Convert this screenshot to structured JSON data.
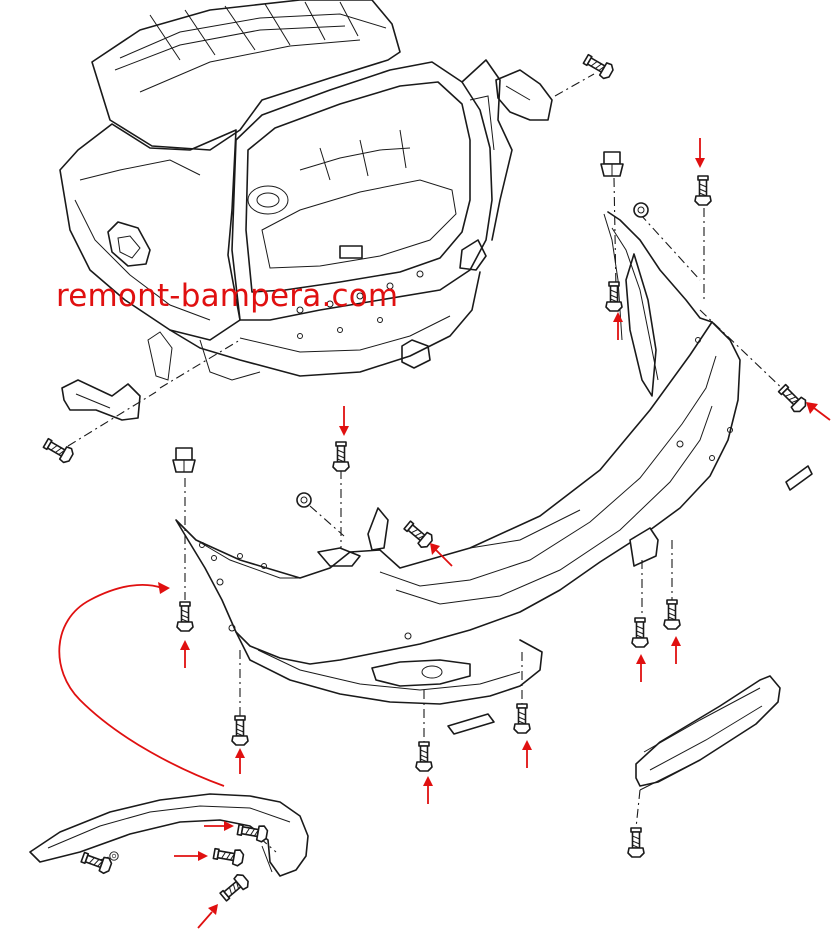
{
  "watermark": {
    "text": "remont-bampera.com",
    "color": "#e01010"
  },
  "colors": {
    "line": "#1a1a1a",
    "arrow": "#e01010",
    "background": "#ffffff"
  },
  "parts": [
    "car-rear-body",
    "rear-bumper-cover",
    "wheel-arch-trim",
    "lower-bumper-trim",
    "bumper-bracket-left",
    "bumper-bracket-right",
    "fasteners"
  ]
}
